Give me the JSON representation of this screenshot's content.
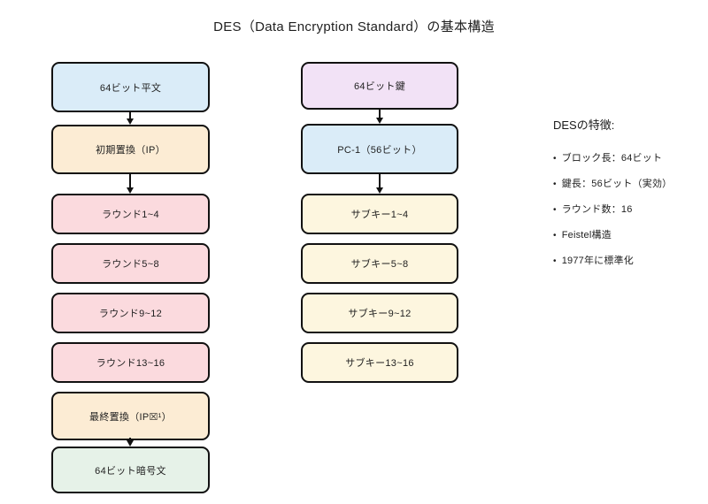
{
  "title": "DES（Data Encryption Standard）の基本構造",
  "colors": {
    "blue": "#daecf8",
    "cream": "#fcecd4",
    "pink": "#fbdade",
    "yellow": "#fdf6df",
    "lavender": "#f2e2f6",
    "green": "#e6f2e8",
    "border": "#111111"
  },
  "flowchart": {
    "left_column": {
      "nodes": [
        {
          "label": "64ビット平文",
          "fill": "blue"
        },
        {
          "label": "初期置換（IP）",
          "fill": "cream"
        },
        {
          "label": "ラウンド1~4",
          "fill": "pink"
        },
        {
          "label": "ラウンド5~8",
          "fill": "pink"
        },
        {
          "label": "ラウンド9~12",
          "fill": "pink"
        },
        {
          "label": "ラウンド13~16",
          "fill": "pink"
        },
        {
          "label": "最終置換（IP☒¹）",
          "fill": "cream"
        },
        {
          "label": "64ビット暗号文",
          "fill": "green"
        }
      ]
    },
    "right_column": {
      "nodes": [
        {
          "label": "64ビット鍵",
          "fill": "lavender"
        },
        {
          "label": "PC-1（56ビット）",
          "fill": "blue"
        },
        {
          "label": "サブキー1~4",
          "fill": "yellow"
        },
        {
          "label": "サブキー5~8",
          "fill": "yellow"
        },
        {
          "label": "サブキー9~12",
          "fill": "yellow"
        },
        {
          "label": "サブキー13~16",
          "fill": "yellow"
        }
      ]
    }
  },
  "side_panel": {
    "heading": "DESの特徴:",
    "bullet_char": "•",
    "bullets": [
      "ブロック長：64ビット",
      "鍵長：56ビット（実効）",
      "ラウンド数：16",
      "Feistel構造",
      "1977年に標準化"
    ]
  }
}
